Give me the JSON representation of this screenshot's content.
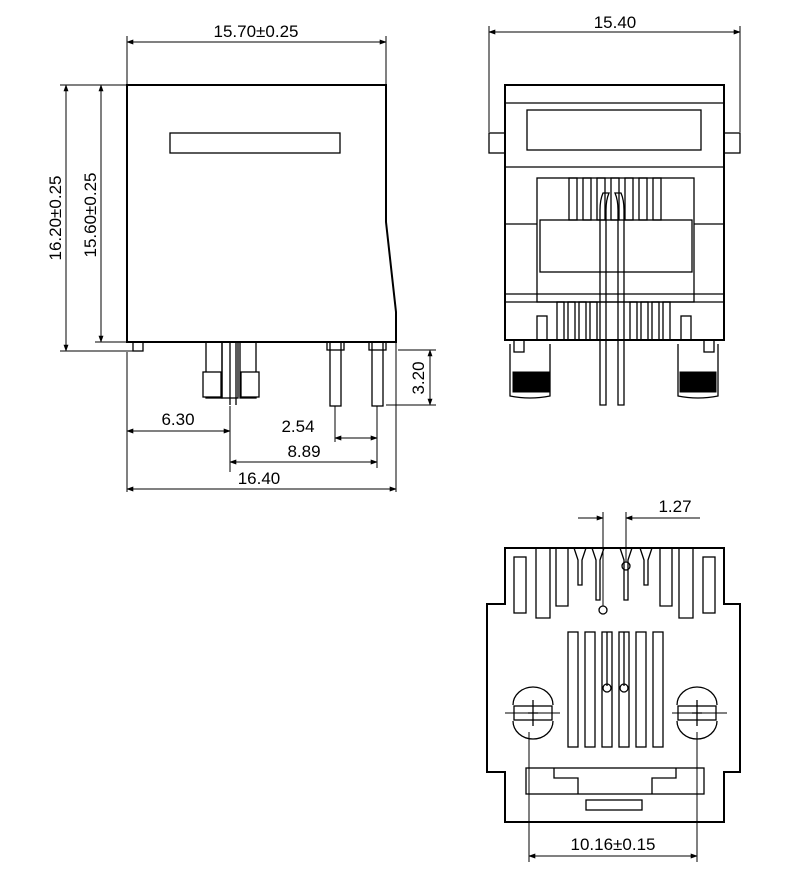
{
  "dimensions": {
    "side_width": "15.70±0.25",
    "front_width": "15.40",
    "total_height": "16.20±0.25",
    "body_height": "15.60±0.25",
    "pin_length": "3.20",
    "pin_offset": "6.30",
    "pin_pitch": "2.54",
    "pin_span": "8.89",
    "overall_depth": "16.40",
    "contact_pitch": "1.27",
    "peg_spacing": "10.16±0.15"
  }
}
